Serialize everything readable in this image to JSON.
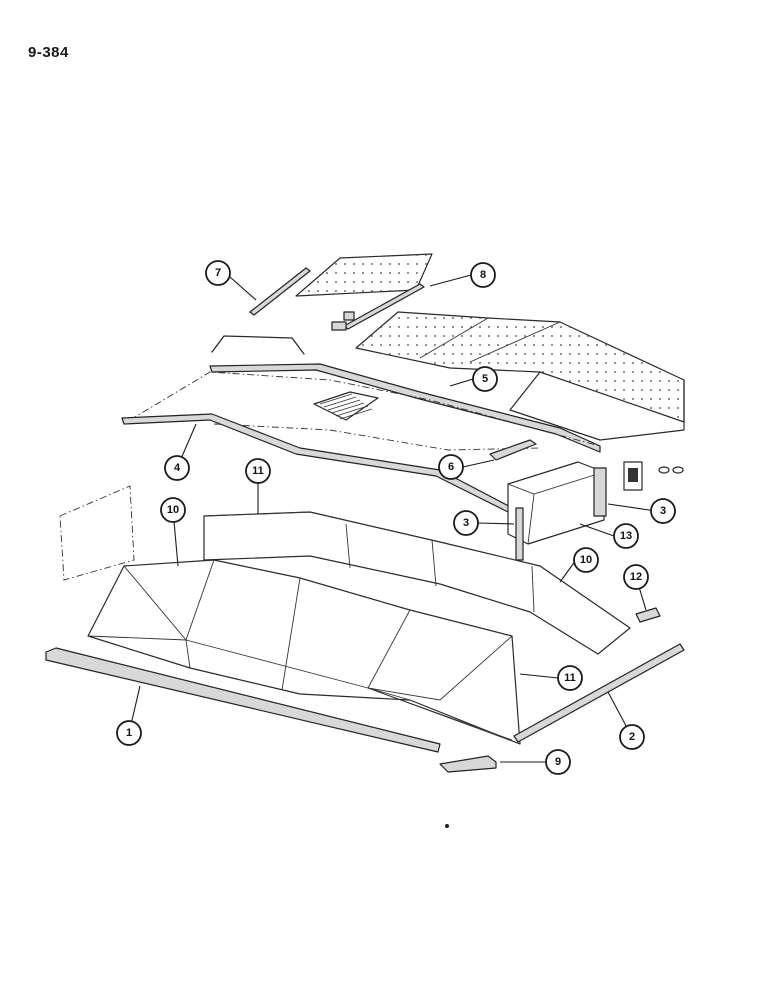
{
  "page_number": "9-384",
  "callouts": [
    {
      "id": "c1",
      "label": "1"
    },
    {
      "id": "c2",
      "label": "2"
    },
    {
      "id": "c3a",
      "label": "3"
    },
    {
      "id": "c3b",
      "label": "3"
    },
    {
      "id": "c4",
      "label": "4"
    },
    {
      "id": "c5",
      "label": "5"
    },
    {
      "id": "c6",
      "label": "6"
    },
    {
      "id": "c7",
      "label": "7"
    },
    {
      "id": "c8",
      "label": "8"
    },
    {
      "id": "c9",
      "label": "9"
    },
    {
      "id": "c10a",
      "label": "10"
    },
    {
      "id": "c10b",
      "label": "10"
    },
    {
      "id": "c11a",
      "label": "11"
    },
    {
      "id": "c11b",
      "label": "11"
    },
    {
      "id": "c12",
      "label": "12"
    },
    {
      "id": "c13",
      "label": "13"
    }
  ]
}
